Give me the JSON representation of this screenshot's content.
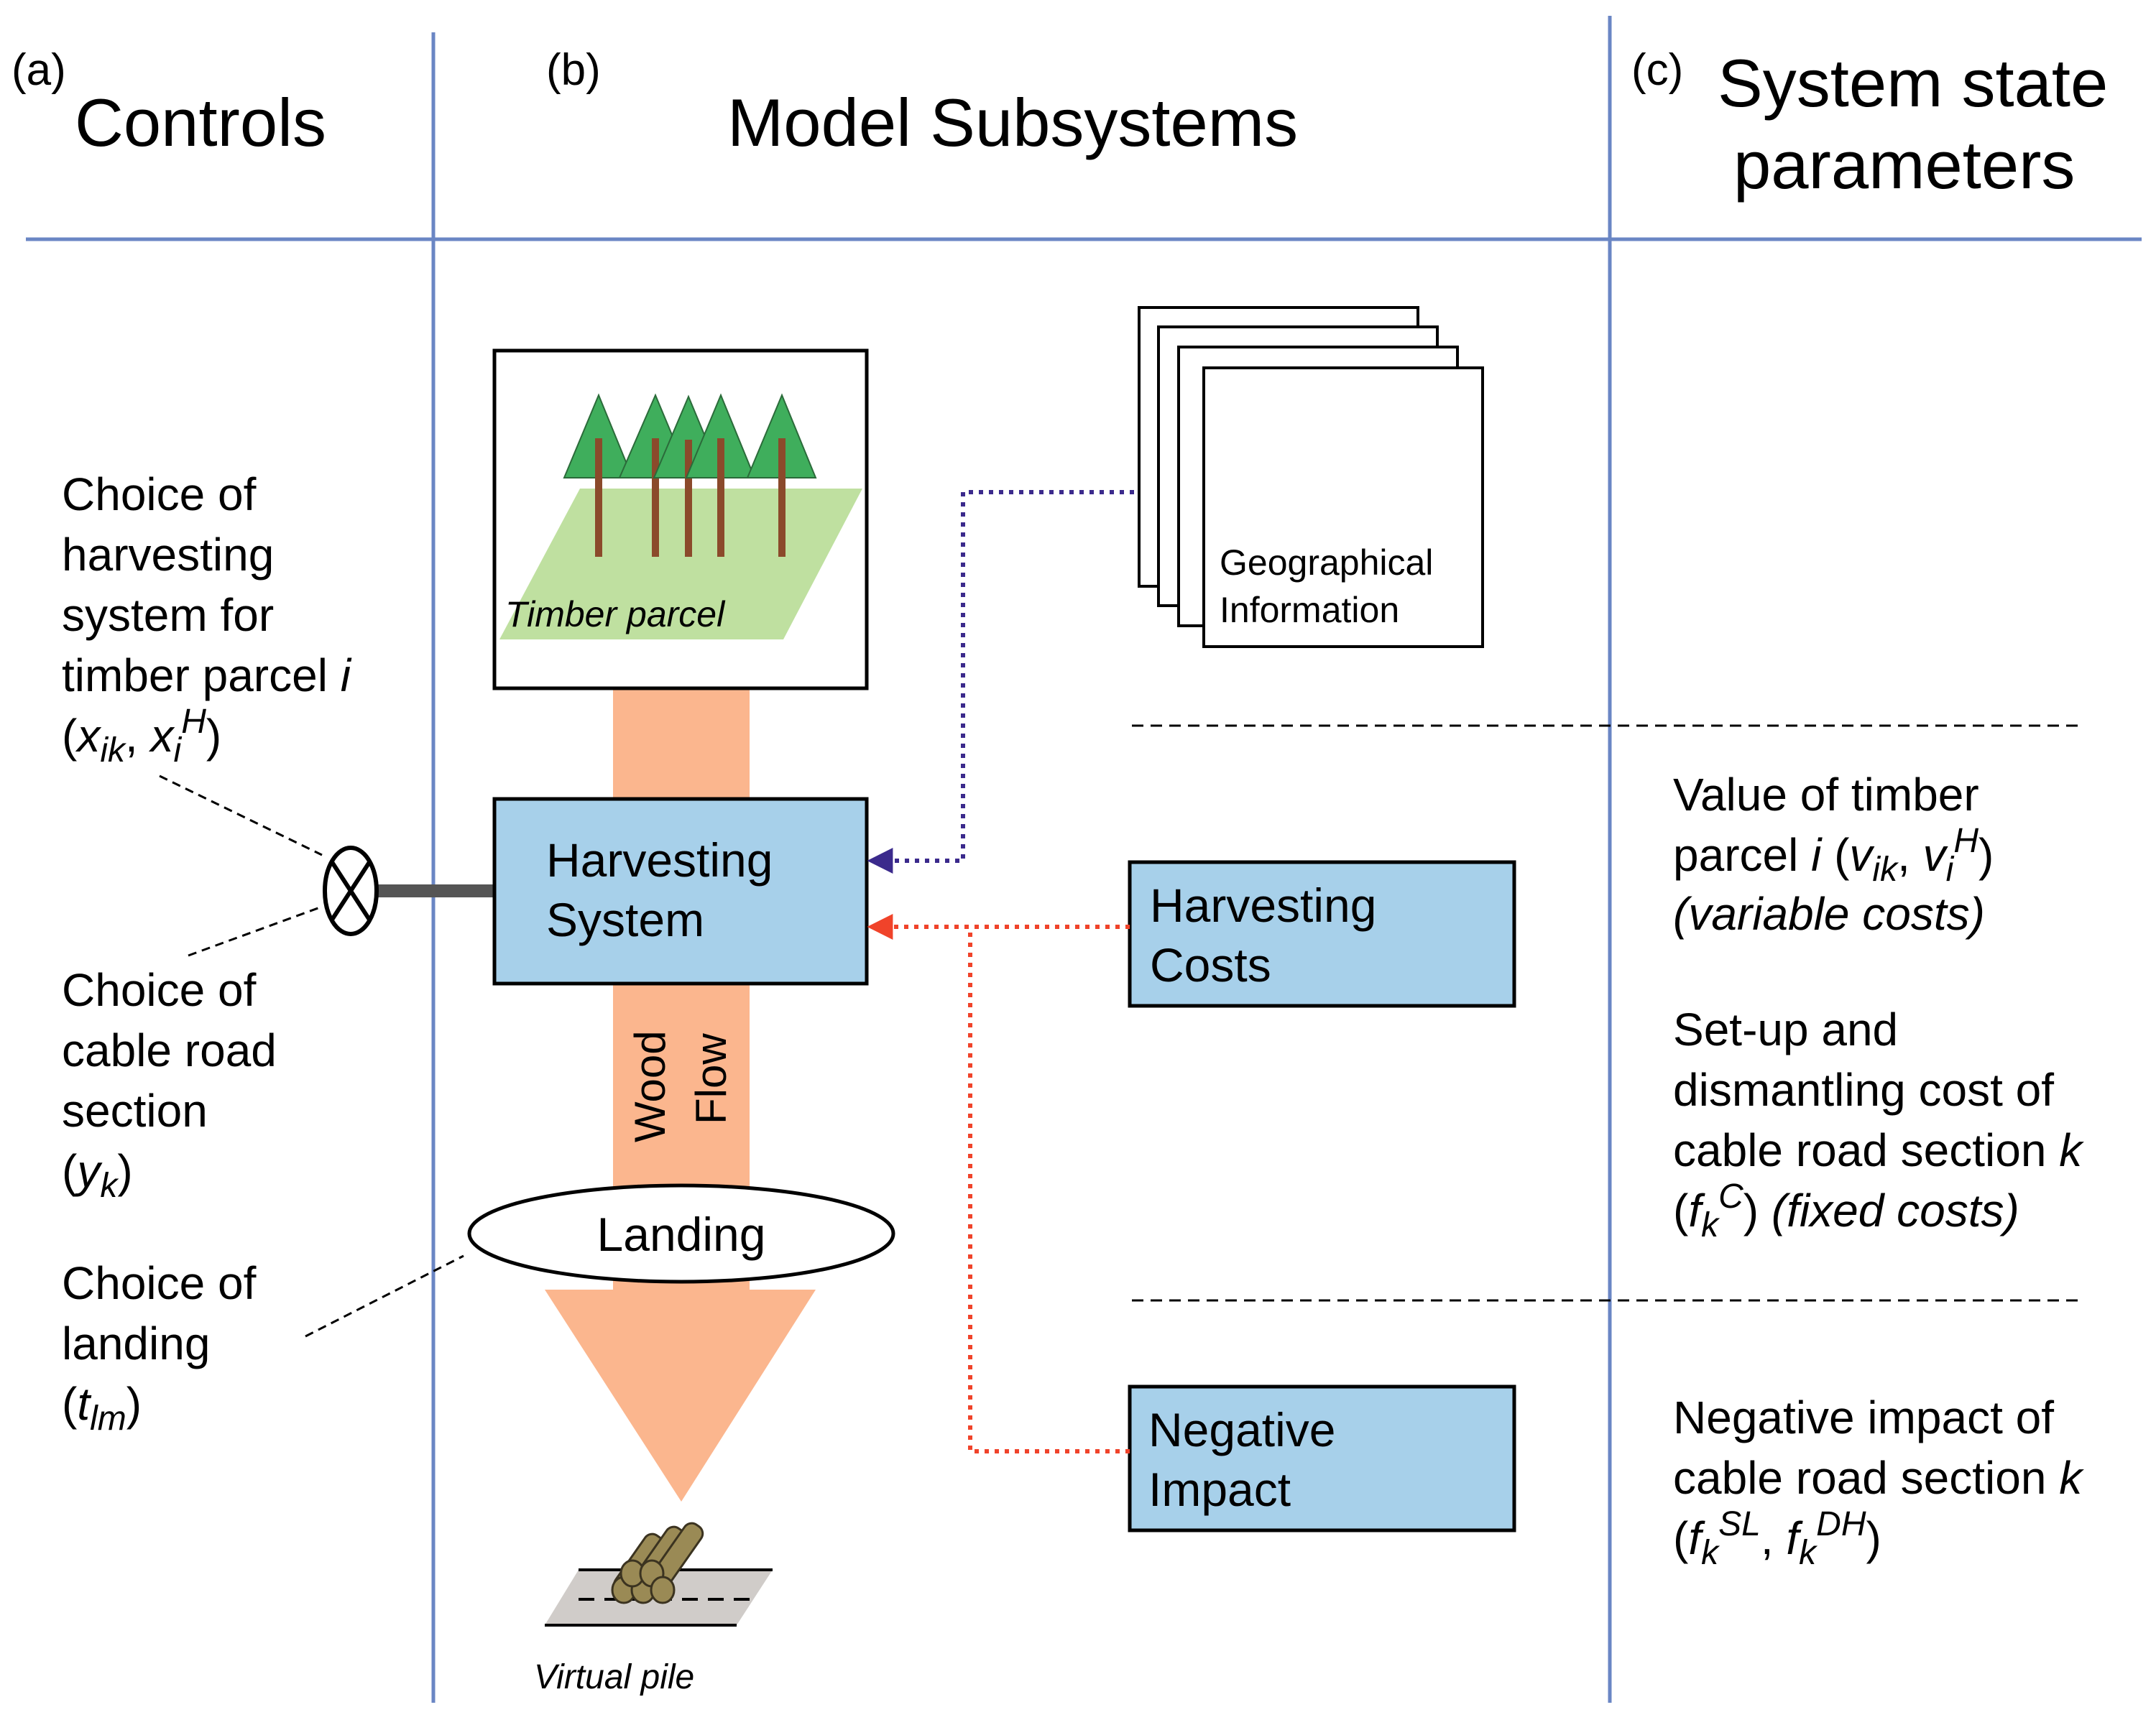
{
  "headers": {
    "a_tag": "(a)",
    "a_title": "Controls",
    "b_tag": "(b)",
    "b_title": "Model Subsystems",
    "c_tag": "(c)",
    "c_title_1": "System state",
    "c_title_2": "parameters"
  },
  "controls": {
    "harvest_1": "Choice of",
    "harvest_2": "harvesting",
    "harvest_3": "system for",
    "harvest_4": "timber parcel ",
    "harvest_4_var": "i",
    "harvest_5_open": "(",
    "harvest_5_x": "x",
    "harvest_5_sub1": "ik",
    "harvest_5_comma": ", ",
    "harvest_5_x2": "x",
    "harvest_5_sub2": "i",
    "harvest_5_sup2": "H",
    "harvest_5_close": ")",
    "cable_1": "Choice of",
    "cable_2": "cable road",
    "cable_3": "section",
    "cable_4_open": "(",
    "cable_4_var": "y",
    "cable_4_sub": "k",
    "cable_4_close": ")",
    "landing_1": "Choice of",
    "landing_2": "landing",
    "landing_3_open": "(",
    "landing_3_var": "t",
    "landing_3_sub": "lm",
    "landing_3_close": ")"
  },
  "subsystems": {
    "timber_parcel": "Timber parcel",
    "harvesting_system_1": "Harvesting",
    "harvesting_system_2": "System",
    "wood": "Wood",
    "flow": "Flow",
    "landing": "Landing",
    "virtual_pile": "Virtual pile",
    "geo_1": "Geographical",
    "geo_2": "Information",
    "costs_1": "Harvesting",
    "costs_2": "Costs",
    "impact_1": "Negative",
    "impact_2": "Impact"
  },
  "state_params": {
    "value_1": "Value of timber",
    "value_2a": "parcel ",
    "value_2i": "i",
    "value_2b": " (",
    "value_2v": "v",
    "value_2sub1": "ik",
    "value_2comma": ", ",
    "value_2v2": "v",
    "value_2sub2": "i",
    "value_2sup2": "H",
    "value_2close": ")",
    "value_3": "(variable costs)",
    "setup_1": "Set-up and",
    "setup_2": "dismantling cost of",
    "setup_3a": "cable road section ",
    "setup_3k": "k",
    "setup_4open": "(",
    "setup_4f": "f",
    "setup_4sub": "k",
    "setup_4sup": "C",
    "setup_4close": ") ",
    "setup_4it": "(fixed costs)",
    "neg_1": "Negative impact of",
    "neg_2a": "cable road section ",
    "neg_2k": "k",
    "neg_3open": "(",
    "neg_3f": "f",
    "neg_3sub": "k",
    "neg_3sup": "SL",
    "neg_3comma": ", ",
    "neg_3f2": "f",
    "neg_3sub2": "k",
    "neg_3sup2": "DH",
    "neg_3close": ")"
  },
  "colors": {
    "divider": "#6a86c4",
    "box_fill": "#a7d0ea",
    "flow_fill": "#fbb68e",
    "tree_green": "#3fae5c",
    "tree_trunk": "#8b4a2b",
    "parcel_green": "#bfe0a0",
    "purple_link": "#3b2a8c",
    "red_link": "#f0432a"
  }
}
